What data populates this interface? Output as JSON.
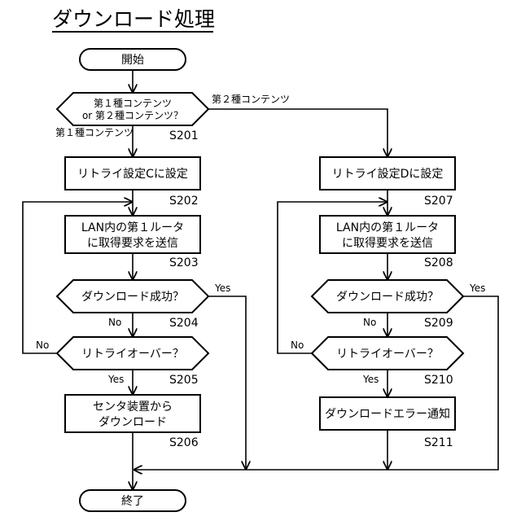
{
  "title": "ダウンロード処理",
  "nodes": {
    "start": "開始",
    "decision_content": [
      "第１種コンテンツ",
      "or 第２種コンテンツ？"
    ],
    "set_retry_c": "リトライ設定Cに設定",
    "set_retry_d": "リトライ設定Dに設定",
    "send_request_left": [
      "LAN内の第１ルータ",
      "に取得要求を送信"
    ],
    "send_request_right": [
      "LAN内の第１ルータ",
      "に取得要求を送信"
    ],
    "download_ok_left": "ダウンロード成功？",
    "download_ok_right": "ダウンロード成功？",
    "retry_over_left": "リトライオーバー？",
    "retry_over_right": "リトライオーバー？",
    "download_center": [
      "センタ装置から",
      "ダウンロード"
    ],
    "error_notify": "ダウンロードエラー通知",
    "end": "終了"
  },
  "labels": {
    "branch_type1": "第１種コンテンツ",
    "branch_type2": "第２種コンテンツ",
    "yes": "Yes",
    "no": "No"
  },
  "steps": [
    "S201",
    "S202",
    "S203",
    "S204",
    "S205",
    "S206",
    "S207",
    "S208",
    "S209",
    "S210",
    "S211"
  ]
}
